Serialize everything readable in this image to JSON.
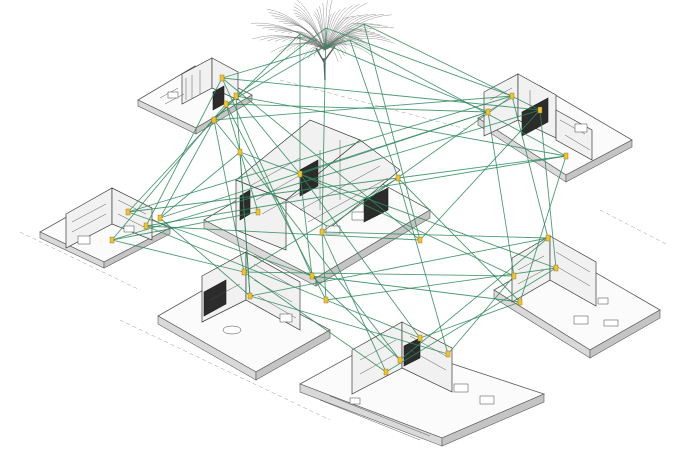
{
  "diagram": {
    "units": [
      {
        "id": "unit-top-left"
      },
      {
        "id": "unit-top-right"
      },
      {
        "id": "unit-left"
      },
      {
        "id": "unit-center"
      },
      {
        "id": "unit-lower-left"
      },
      {
        "id": "unit-right"
      },
      {
        "id": "unit-bottom"
      }
    ],
    "colors": {
      "connection": "#2f8a5e",
      "node_marker": "#f2c230",
      "linework": "#3b3b3b"
    }
  }
}
